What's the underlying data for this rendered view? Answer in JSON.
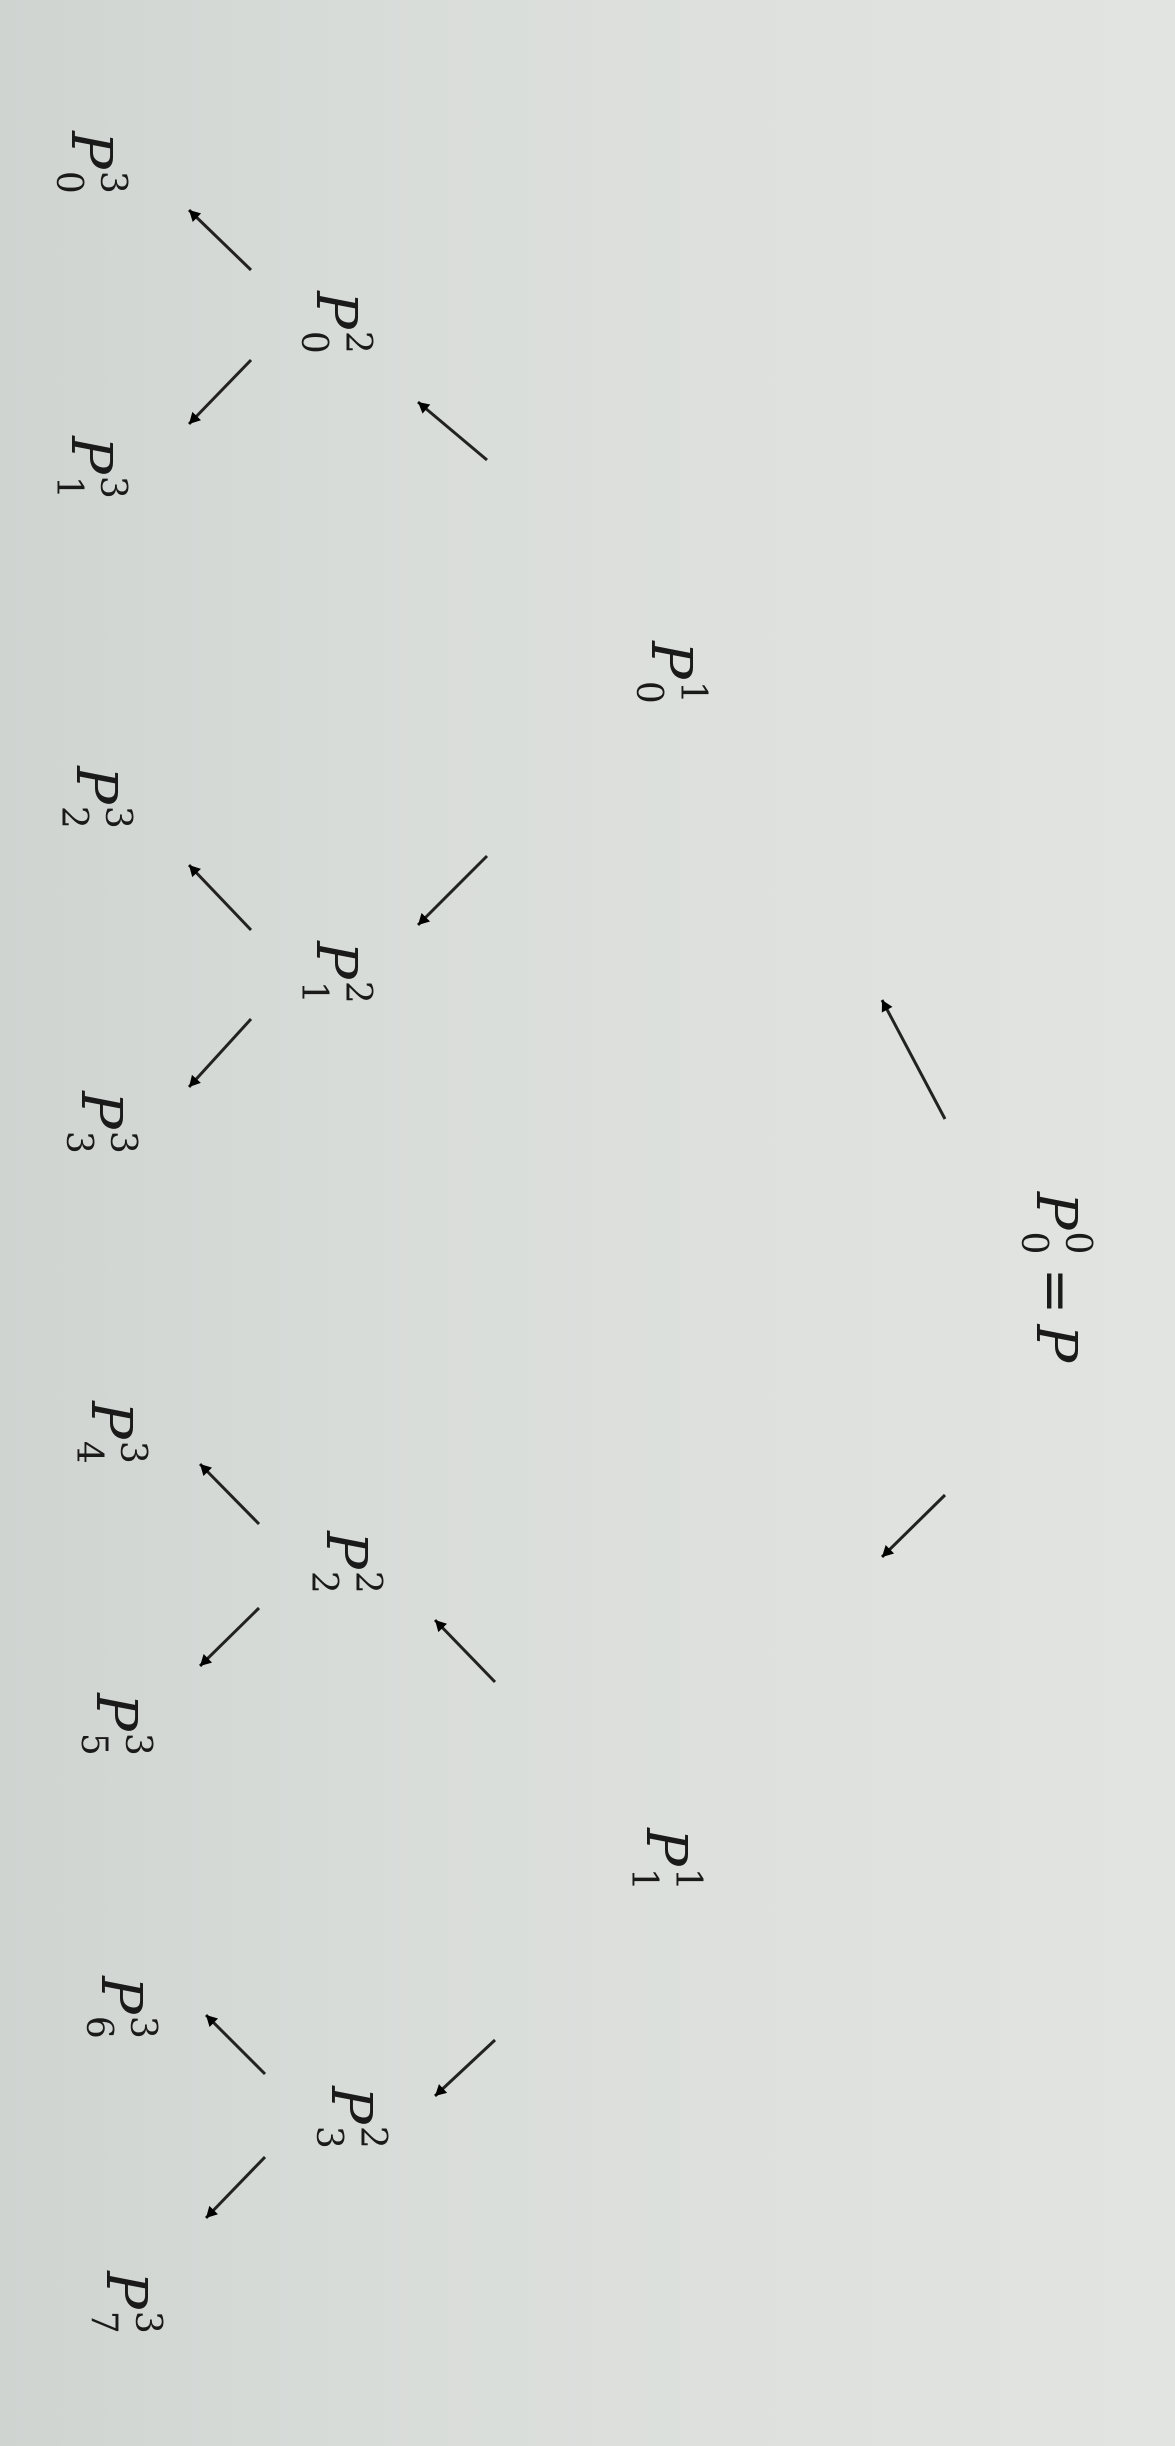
{
  "diagram": {
    "root": {
      "base": "P",
      "sup": "0",
      "sub": "0",
      "rhs": "P"
    },
    "level1": [
      {
        "base": "P",
        "sup": "1",
        "sub": "0"
      },
      {
        "base": "P",
        "sup": "1",
        "sub": "1"
      }
    ],
    "level2": [
      {
        "base": "P",
        "sup": "2",
        "sub": "0"
      },
      {
        "base": "P",
        "sup": "2",
        "sub": "1"
      },
      {
        "base": "P",
        "sup": "2",
        "sub": "2"
      },
      {
        "base": "P",
        "sup": "2",
        "sub": "3"
      }
    ],
    "level3": [
      {
        "base": "P",
        "sup": "3",
        "sub": "0"
      },
      {
        "base": "P",
        "sup": "3",
        "sub": "1"
      },
      {
        "base": "P",
        "sup": "3",
        "sub": "2"
      },
      {
        "base": "P",
        "sup": "3",
        "sub": "3"
      },
      {
        "base": "P",
        "sup": "3",
        "sub": "4"
      },
      {
        "base": "P",
        "sup": "3",
        "sub": "5"
      },
      {
        "base": "P",
        "sup": "3",
        "sub": "6"
      },
      {
        "base": "P",
        "sup": "3",
        "sub": "7"
      }
    ]
  }
}
